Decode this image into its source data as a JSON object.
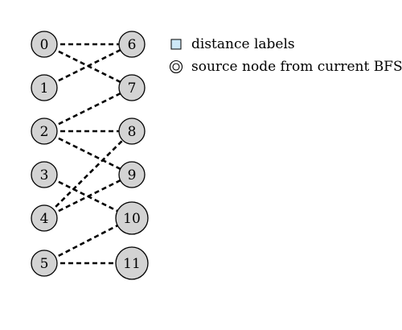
{
  "nodes": [
    "0",
    "1",
    "2",
    "3",
    "4",
    "5",
    "6",
    "7",
    "8",
    "9",
    "10",
    "11"
  ],
  "edges": [
    [
      "0",
      "6"
    ],
    [
      "0",
      "7"
    ],
    [
      "1",
      "6"
    ],
    [
      "2",
      "7"
    ],
    [
      "2",
      "8"
    ],
    [
      "2",
      "9"
    ],
    [
      "3",
      "10"
    ],
    [
      "4",
      "8"
    ],
    [
      "4",
      "9"
    ],
    [
      "5",
      "10"
    ],
    [
      "5",
      "11"
    ]
  ],
  "legend": {
    "distance_label": "distance labels",
    "source_label": "source node from current BFS",
    "distance_color": "#cde8f7"
  },
  "colors": {
    "node_fill": "#d3d3d3",
    "edge": "#000000"
  }
}
